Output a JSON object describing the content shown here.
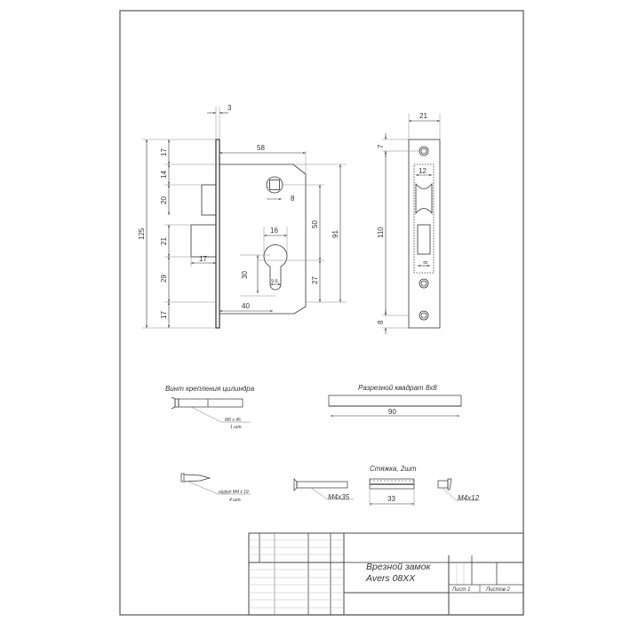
{
  "drawing": {
    "title_block": {
      "product_name": "Врезной замок",
      "model": "Avers 08XX",
      "sheet": "Лист 1",
      "sheets_total": "Листов 2"
    },
    "front_view": {
      "dimensions": {
        "faceplate_thickness": "3",
        "backset_width": "58",
        "overall_height": "125",
        "top_offset": "17",
        "gap_to_latch": "14",
        "latch_height": "20",
        "bolt_height": "21",
        "bolt_to_lower": "29",
        "bottom_offset": "17",
        "bolt_throw": "17",
        "spindle_to_cylinder": "50",
        "body_height": "91",
        "cylinder_width": "16",
        "spindle_square": "8",
        "cylinder_height": "30",
        "cylinder_bottom_offset": "27",
        "cylinder_pin_dia": "9.6",
        "cylinder_backset": "40"
      }
    },
    "strike_plate": {
      "dimensions": {
        "width": "21",
        "top_offset": "7",
        "inner_width": "12",
        "hole_spacing": "110",
        "bolt_slot_width": "8",
        "bottom_offset": "8"
      }
    },
    "parts": {
      "cylinder_screw": {
        "label": "Винт крепления цилиндра",
        "spec": "M5 x 45",
        "qty": "1 шт."
      },
      "split_spindle": {
        "label": "Разрезной квадрат 8x8",
        "length": "90"
      },
      "wood_screw": {
        "spec": "шуруп M4 x 19",
        "qty": "4 шт."
      },
      "bolt_m4x35": {
        "spec": "M4x35"
      },
      "tie": {
        "label": "Стяжка, 2шт",
        "length": "33"
      },
      "bolt_m4x12": {
        "spec": "M4x12"
      }
    }
  }
}
